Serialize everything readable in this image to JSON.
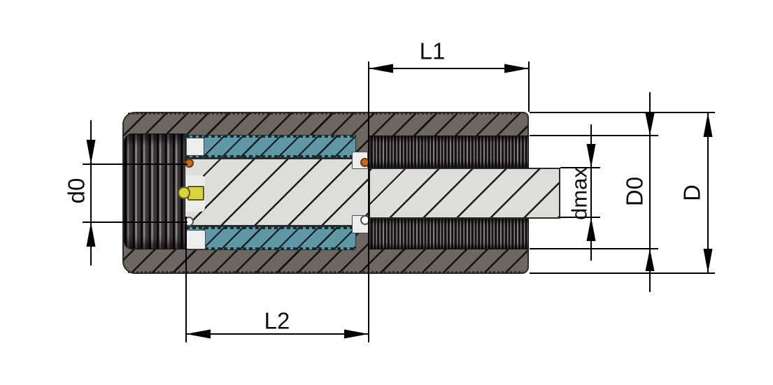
{
  "diagram": {
    "description": "Cross-section drawing of a cylindrical threaded housing with an internal piston cartridge and protruding rod, annotated with dimension lines",
    "labels": {
      "length_thread": "L1",
      "length_cartridge": "L2",
      "inner_diameter": "d0",
      "rod_diameter": "dmax",
      "thread_diameter": "D0",
      "outer_diameter": "D"
    },
    "colors": {
      "background": "#ffffff",
      "housing_hatched": "#6e6761",
      "thread_dark": "#1a1516",
      "sleeve_teal": "#5f98a4",
      "rod_light": "#deddd9",
      "seal_orange": "#c8681b",
      "valve_yellow": "#d8d23f",
      "dimension_lines": "#000000"
    }
  }
}
